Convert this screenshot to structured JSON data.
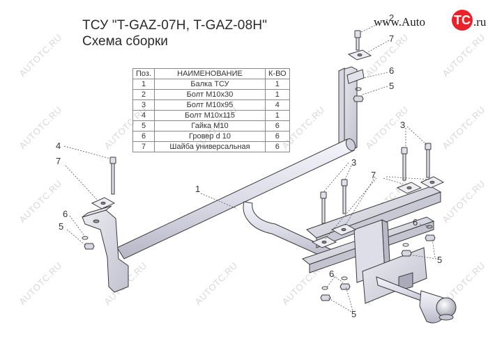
{
  "header": {
    "title": "ТСУ \"T-GAZ-07H, T-GAZ-08H\"",
    "subtitle": "Схема сборки"
  },
  "logo": {
    "prefix": "www.Auto",
    "mark": "TC",
    "suffix": ".ru"
  },
  "watermark": "AUTOTC.RU",
  "table": {
    "headers": [
      "Поз.",
      "НАИМЕНОВАНИЕ",
      "К-ВО"
    ],
    "rows": [
      [
        "1",
        "Балка ТСУ",
        "1"
      ],
      [
        "2",
        "Болт М10х30",
        "1"
      ],
      [
        "3",
        "Болт М10х95",
        "4"
      ],
      [
        "4",
        "Болт М10х115",
        "1"
      ],
      [
        "5",
        "Гайка  М10",
        "6"
      ],
      [
        "6",
        "Гровер d 10",
        "6"
      ],
      [
        "7",
        "Шайба универсальная",
        "6"
      ]
    ]
  },
  "callouts": {
    "c2": "2",
    "c7a": "7",
    "c6a": "6",
    "c5a": "5",
    "c4": "4",
    "c7b": "7",
    "c6b": "6",
    "c5b": "5",
    "c1": "1",
    "c3a": "3",
    "c3b": "3",
    "c7c": "7",
    "c6c": "6",
    "c5c": "5",
    "c6d": "6",
    "c5d": "5"
  }
}
